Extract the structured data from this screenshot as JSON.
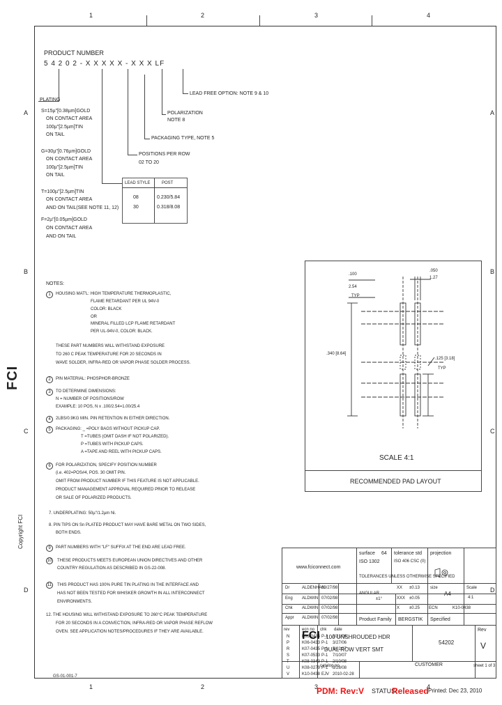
{
  "zones": {
    "top": [
      "1",
      "2",
      "3",
      "4"
    ],
    "bottom": [
      "1",
      "2",
      "3",
      "4"
    ],
    "left": [
      "A",
      "B",
      "C",
      "D"
    ],
    "right": [
      "A",
      "B",
      "C",
      "D"
    ]
  },
  "product": {
    "title": "PRODUCT NUMBER",
    "code": "5 4 2 0 2 - X X X X X - X X X  LF",
    "lead_free": "LEAD FREE OPTION: NOTE 9 & 10",
    "polarization": [
      "POLARIZATION",
      "NOTE 8"
    ],
    "packaging": "PACKAGING TYPE, NOTE 5",
    "positions": [
      "POSITIONS PER ROW",
      "02 TO 20"
    ]
  },
  "plating": {
    "title": "PLATING",
    "items": [
      [
        "S=15µ\"[0.38µm]GOLD",
        "ON CONTACT AREA",
        "100µ\"[2.5µm]TIN",
        "ON TAIL"
      ],
      [
        "G=30µ\"[0.76µm]GOLD",
        "ON CONTACT AREA",
        "100µ\"[2.5µm]TIN",
        "ON TAIL"
      ],
      [
        "T=100µ\"[2.5µm]TIN",
        "ON CONTACT AREA",
        "AND ON TAIL(SEE NOTE 11, 12)"
      ],
      [
        "F=2µ\"[0.05µm]GOLD",
        "ON CONTACT AREA",
        "AND ON TAIL"
      ]
    ]
  },
  "lead_table": {
    "headers": [
      "LEAD STYLE",
      "POST"
    ],
    "rows": [
      [
        "08",
        "0.230/5.84"
      ],
      [
        "30",
        "0.318/8.08"
      ]
    ]
  },
  "notes": {
    "title": "NOTES:",
    "n1": [
      "HOUSING MAT'L: HIGH TEMPERATURE THERMOPLASTIC,",
      "FLAME RETARDANT PER UL 94V-0",
      "COLOR: BLACK",
      "OR",
      "MINERAL FILLED LCP FLAME RETARDANT",
      "PER UL-94V-0, COLOR: BLACK."
    ],
    "n1b": [
      "THESE PART NUMBERS WILL WITHSTAND EXPOSURE",
      "TO 260 C PEAK TEMPERATURE FOR 20 SECONDS IN",
      "WAVE SOLDER, INFRA-RED OR VAPOR PHASE SOLDER PROCESS."
    ],
    "n2": "PIN MATERIAL: PHOSPHOR-BRONZE",
    "n3": [
      "TO DETERMINE DIMENSIONS:",
      "N = NUMBER OF POSITIONS/ROW",
      "EXAMPLE: 10 POS, N x .100/2.54=1.00/25.4"
    ],
    "n4": "2LBS/0.9KG MIN. PIN RETENTION IN EITHER DIRECTION.",
    "n5": [
      "PACKAGING: _ =POLY BAGS WITHOUT PICKUP CAP.",
      "T =TUBES (OMIT DASH IF NOT POLARIZED).",
      "P =TUBES WITH PICKUP CAPS.",
      "A =TAPE AND REEL WITH PICKUP CAPS."
    ],
    "n6": [
      "FOR POLARIZATION, SPECIFY POSITION NUMBER",
      "(i.e. 402=POS#4, POS. 30 OMIT PIN.",
      "OMIT FROM PRODUCT NUMBER IF THIS FEATURE IS NOT APPLICABLE.",
      "PRODUCT MANAGEMENT APPROVAL REQUIRED PRIOR TO RELEASE",
      "OR SALE OF POLARIZED PRODUCTS."
    ],
    "n7": "7. UNDERPLATING: 50µ\"/1.2µm Ni.",
    "n8": [
      "8. PIN TIPS ON Sn PLATED PRODUCT MAY HAVE BARE METAL ON TWO SIDES,",
      "BOTH ENDS."
    ],
    "n9": "PART NUMBERS WITH \"LF\" SUFFIX AT THE END ARE LEAD FREE.",
    "n10": [
      "THESE PRODUCTS MEETS EUROPEAN UNION DIRECTIVES AND OTHER",
      "COUNTRY REGULATION AS DESCRIBED IN GS-22-008."
    ],
    "n11": [
      "THIS PRODUCT HAS 100% PURE TIN PLATING IN THE INTERFACE AND",
      "HAS NOT BEEN TESTED FOR WHISKER GROWTH IN ALL INTERCONNECT",
      "ENVIRONMENTS."
    ],
    "n12": [
      "12. THE HOUSING WILL WITHSTAND EXPOSURE TO 260°C PEAK TEMPERATURE",
      "FOR 20 SECONDS IN A CONVECTION, INFRA-RED OR VAPOR PHASE REFLOW",
      "OVEN. SEE APPLICATION NOTES/PROCEDURES IF THEY ARE AVAILABLE."
    ]
  },
  "pad": {
    "pitch": ".100",
    "pitch_mm": "2.54",
    "typ": "TYP",
    "pad_w": ".050",
    "pad_w_mm": "1.27",
    "len": ".340 [8.64]",
    "pad_h": ".125 [3.18]",
    "typ2": "TYP",
    "scale": "SCALE 4:1",
    "title": "RECOMMENDED PAD LAYOUT"
  },
  "titleblock": {
    "url": "www.fciconnect.com",
    "surface": "surface",
    "surface_val": "64",
    "surface_std": "ISO 1302",
    "tol_std": "tolerance std",
    "tol_std_val": "ISO 406 CSC (0)",
    "projection": "projection",
    "tol_unless": "TOLERANCES UNLESS OTHERWISE SPECIFIED",
    "dr": "Dr",
    "eng": "Eng",
    "chk": "Chk",
    "appr": "Appr",
    "names": [
      "ALDENHAN",
      "ALDWIN",
      "ALDWIN",
      "ALDWIN"
    ],
    "dates": [
      "03/27/98",
      "07/02/98",
      "07/02/98",
      "07/02/98"
    ],
    "angular": "ANGULAR",
    "angular_val": "±1°",
    "xx": "XX",
    "xx_val": "±0.13",
    "xxx": "XXX",
    "xxx_val": "±0.05",
    "x": "X",
    "x_val": "±0.25",
    "size": "size",
    "size_val": "A4",
    "scale": "Scale",
    "scale_val": "4:1",
    "ecn": "ECN",
    "ecn_val": "K10-0438",
    "product_family": "Product Family",
    "product_family_val": "BERGSTIK",
    "spec": "Specified",
    "title1": ".100 UNSHROUDED HDR",
    "title2": "DUAL ROW VERT SMT",
    "pn": "54202",
    "rev_label": "Rev",
    "rev": "V",
    "catalog": "catalog no",
    "customer": "CUSTOMER",
    "sheet": "sheet 1 of 3",
    "rev_headers": [
      "rev",
      "ecn no",
      "chk",
      "date"
    ],
    "revs": [
      [
        "N",
        "K06-0434",
        "P-1",
        "3/21/06"
      ],
      [
        "P",
        "K06-0433",
        "P-1",
        "3/27/06"
      ],
      [
        "R",
        "K07-0435",
        "P-1",
        "5/02/07"
      ],
      [
        "S",
        "K07-0533",
        "P-1",
        "7/10/07"
      ],
      [
        "T",
        "K08-0343",
        "P-1",
        "2/10/08"
      ],
      [
        "U",
        "K08-0279",
        "P-1",
        "3/28/08"
      ],
      [
        "V",
        "K10-0438",
        "EJV",
        "2010-02-28"
      ]
    ]
  },
  "footer": {
    "pdm": "PDM: Rev:V",
    "status": "STATUS:",
    "released": "Released",
    "printed": "Printed: Dec 23, 2010",
    "code": "GS-01-001-7"
  },
  "side": {
    "logo": "FCI",
    "copyright": "Copyright FCI"
  }
}
